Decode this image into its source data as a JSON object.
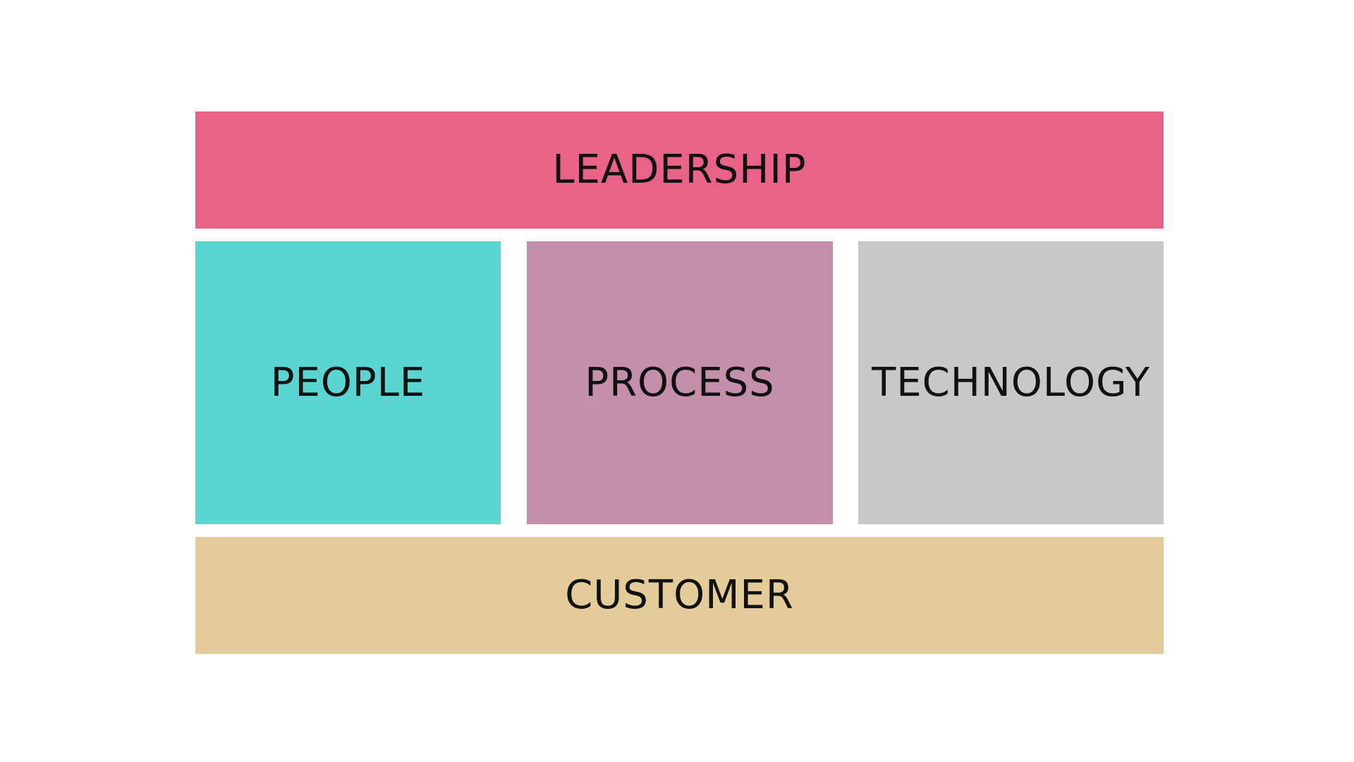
{
  "diagram": {
    "blocks": {
      "leadership": {
        "label": "LEADERSHIP",
        "color": "#E96388"
      },
      "people": {
        "label": "PEOPLE",
        "color": "#5BD5D2"
      },
      "process": {
        "label": "PROCESS",
        "color": "#C48FAA"
      },
      "technology": {
        "label": "TECHNOLOGY",
        "color": "#C8C8C8"
      },
      "customer": {
        "label": "CUSTOMER",
        "color": "#E3CB9A"
      }
    }
  }
}
